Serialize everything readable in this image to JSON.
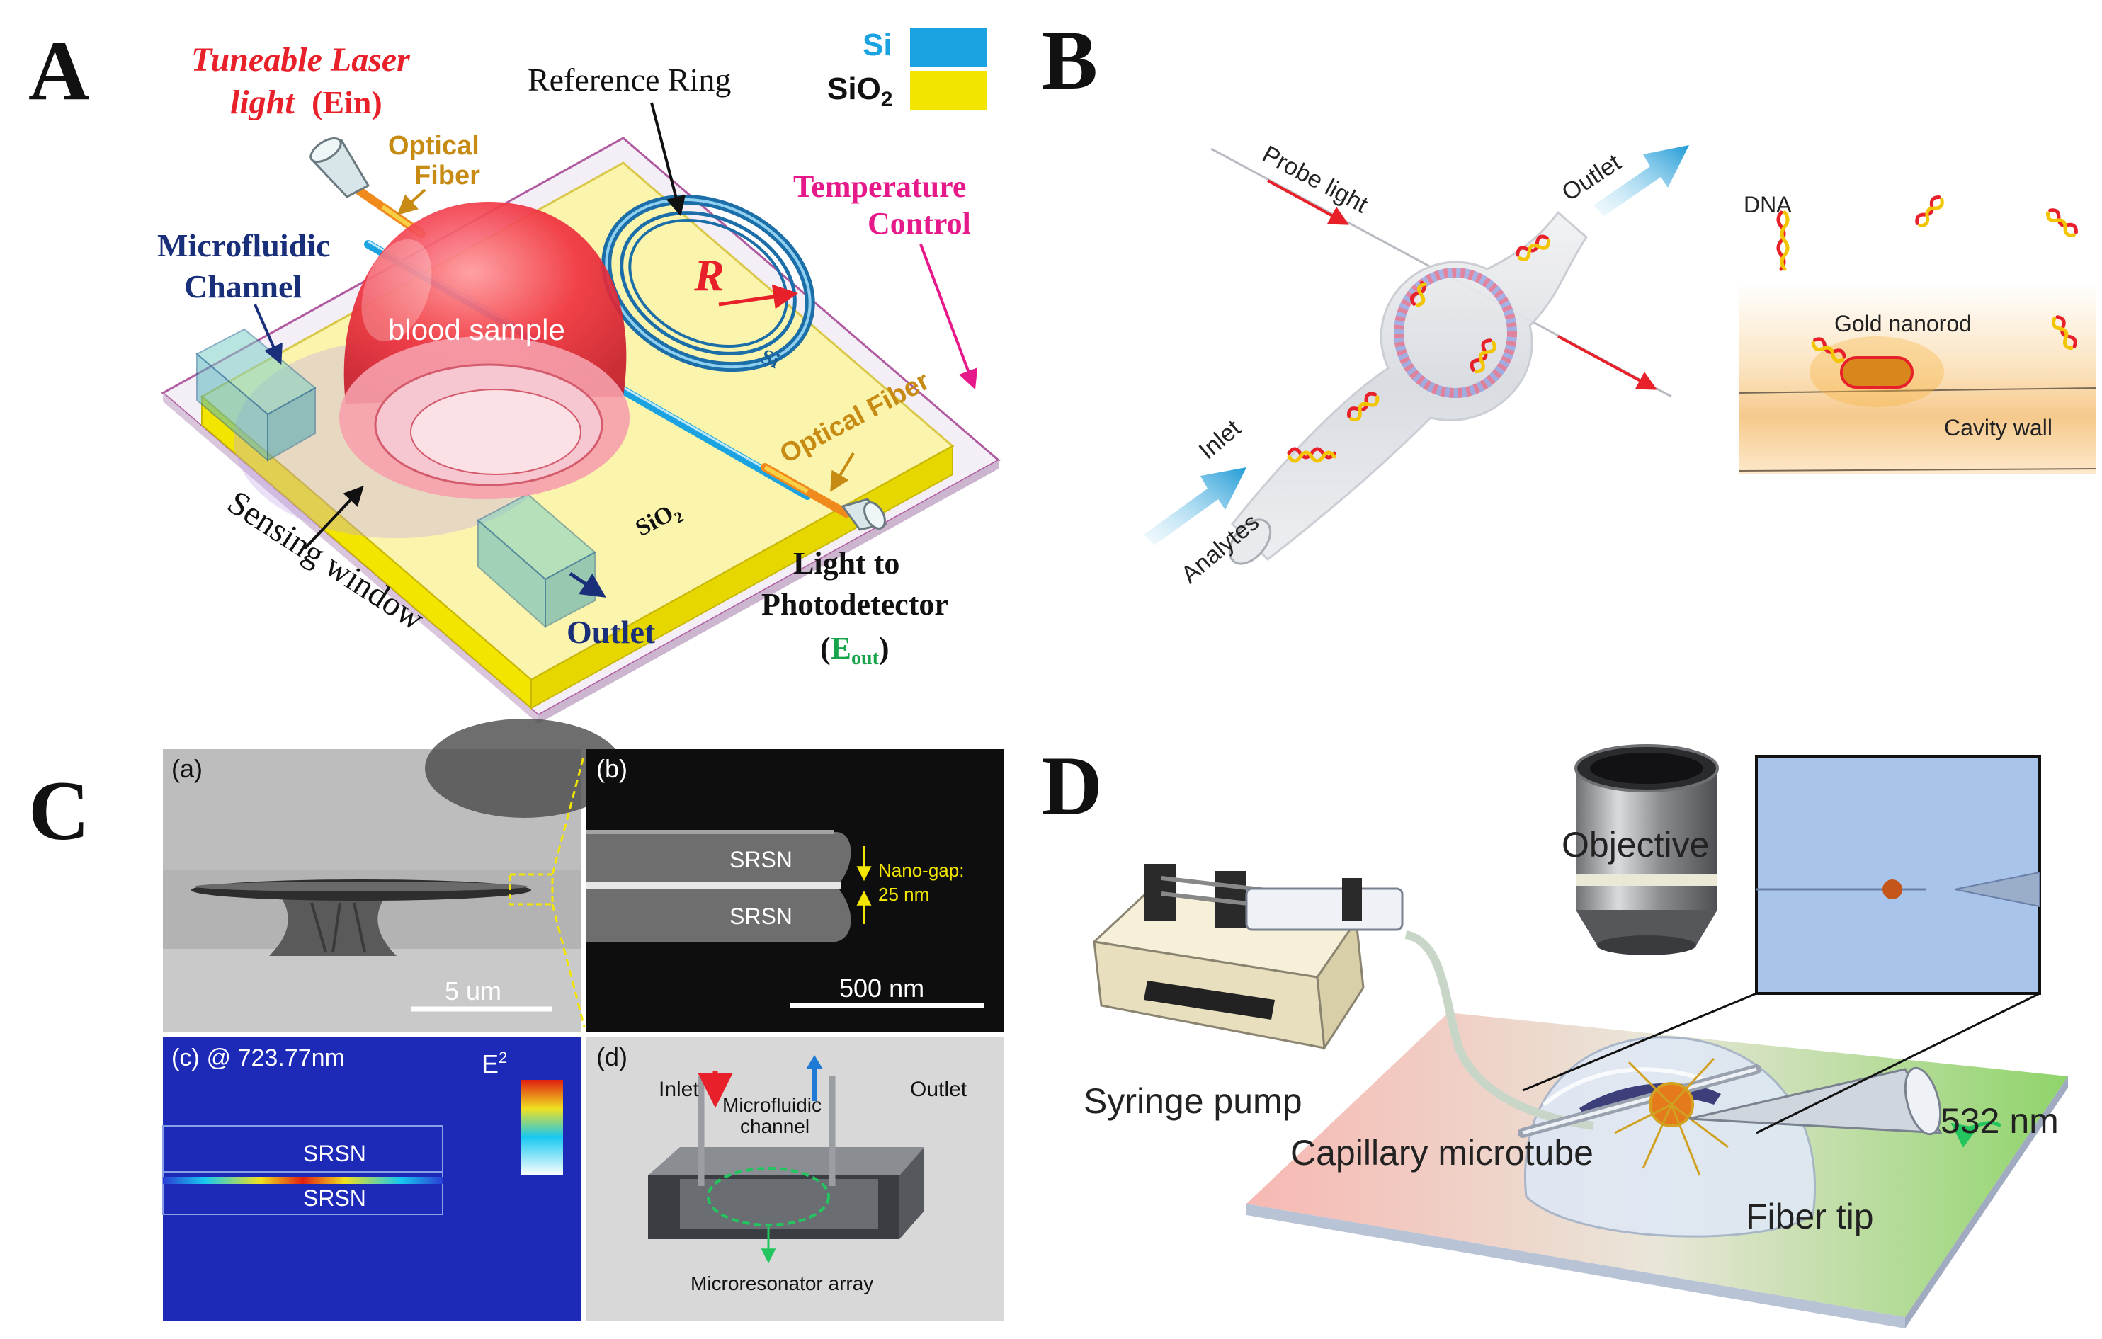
{
  "panels": {
    "A": {
      "letter": "A",
      "laser_line1": "Tuneable Laser",
      "laser_line2": "light",
      "laser_ein": "(Ein)",
      "reference_ring": "Reference Ring",
      "legend_si": "Si",
      "legend_sio2": "SiO",
      "legend_sio2_sub": "2",
      "optical_fiber_in_1": "Optical",
      "optical_fiber_in_2": "Fiber",
      "temp_1": "Temperature",
      "temp_2": "Control",
      "micro_1": "Microfluidic",
      "micro_2": "Channel",
      "radius": "R",
      "blood": "blood sample",
      "si_label": "Si",
      "optical_fiber_out": "Optical Fiber",
      "sio2_label": "SiO",
      "sio2_label_sub": "2",
      "sensing_window": "Sensing window",
      "outlet": "Outlet",
      "light_to_1": "Light to",
      "light_to_2": "Photodetector",
      "eout_open": "(",
      "eout_e": "E",
      "eout_sub": "out",
      "eout_close": ")",
      "colors": {
        "si": "#1aa3e0",
        "sio2": "#f2e500",
        "blood": "#f0313f",
        "red_text": "#e8202a",
        "fiber_label": "#c78b14",
        "temp": "#e6198a",
        "micro": "#1a2f7a",
        "eout": "#16a34a"
      }
    },
    "B": {
      "letter": "B",
      "probe_light": "Probe light",
      "outlet": "Outlet",
      "inlet": "Inlet",
      "analytes": "Analytes",
      "dna": "DNA",
      "gold_nanorod": "Gold nanorod",
      "cavity_wall": "Cavity wall"
    },
    "C": {
      "letter": "C",
      "a_label": "(a)",
      "a_scale": "5 um",
      "b_label": "(b)",
      "b_srsn_top": "SRSN",
      "b_srsn_bottom": "SRSN",
      "b_gap_1": "Nano-gap:",
      "b_gap_2": "25 nm",
      "b_scale": "500 nm",
      "c_label": "(c)",
      "c_wavelength": "@ 723.77nm",
      "c_e2": "E",
      "c_e2_sup": "2",
      "c_srsn_top": "SRSN",
      "c_srsn_bottom": "SRSN",
      "d_label": "(d)",
      "d_inlet": "Inlet",
      "d_outlet": "Outlet",
      "d_channel_1": "Microfluidic",
      "d_channel_2": "channel",
      "d_array": "Microresonator array"
    },
    "D": {
      "letter": "D",
      "objective": "Objective",
      "syringe_pump": "Syringe pump",
      "capillary": "Capillary microtube",
      "wavelength": "532 nm",
      "fiber_tip": "Fiber tip"
    }
  }
}
